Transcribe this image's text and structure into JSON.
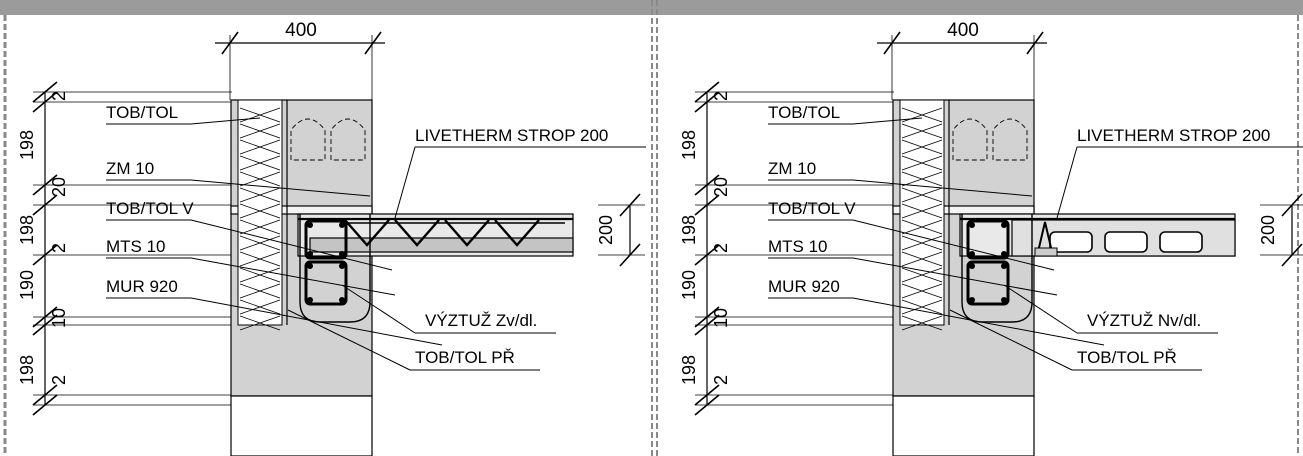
{
  "colors": {
    "top_bar": "#9b9b9b",
    "wall": "#d2d2d2",
    "slab": "#e9e9e9",
    "mortar": "#f4f4f4",
    "divider": "#8a8a8a",
    "line": "#000000"
  },
  "left_panel": {
    "width_dim": "400",
    "height_dims": [
      "198",
      "198",
      "190",
      "198"
    ],
    "joint_dims": [
      "2",
      "20",
      "2",
      "10",
      "2"
    ],
    "slab_dim": "200",
    "labels": {
      "tob_tol": "TOB/TOL",
      "zm10": "ZM 10",
      "tob_tol_v": "TOB/TOL V",
      "mts10": "MTS 10",
      "mur920": "MUR 920",
      "slab": "LIVETHERM STROP 200",
      "reinforcement": "VÝZTUŽ Zv/dl.",
      "tob_tol_pr": "TOB/TOL PŘ"
    }
  },
  "right_panel": {
    "width_dim": "400",
    "height_dims": [
      "198",
      "198",
      "190",
      "198"
    ],
    "joint_dims": [
      "2",
      "20",
      "2",
      "10",
      "2"
    ],
    "slab_dim": "200",
    "labels": {
      "tob_tol": "TOB/TOL",
      "zm10": "ZM 10",
      "tob_tol_v": "TOB/TOL V",
      "mts10": "MTS 10",
      "mur920": "MUR 920",
      "slab": "LIVETHERM STROP 200",
      "reinforcement": "VÝZTUŽ Nv/dl.",
      "tob_tol_pr": "TOB/TOL PŘ"
    }
  }
}
